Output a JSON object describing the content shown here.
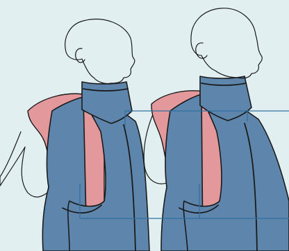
{
  "colors": {
    "background": "#e2eff1",
    "vest_fill": "#5e86ad",
    "vest_seam": "#3f5f80",
    "shoulder_guard_fill": "#e3999b",
    "outline": "#1a1a1a",
    "callout_line": "#2f6fa0"
  },
  "figures": [
    {
      "id": "figure-left",
      "parts": [
        "head-outline",
        "collar",
        "vest-front",
        "vest-back",
        "shoulder-guard",
        "arm-outline"
      ]
    },
    {
      "id": "figure-right",
      "parts": [
        "head-outline",
        "collar",
        "vest-front",
        "vest-back",
        "shoulder-guard",
        "arm-outline"
      ]
    }
  ],
  "callouts": [
    {
      "id": "callout-collar-opening",
      "targets": [
        "figure-left",
        "figure-right"
      ]
    },
    {
      "id": "callout-shoulder-guard",
      "targets": [
        "figure-left",
        "figure-right"
      ]
    }
  ]
}
